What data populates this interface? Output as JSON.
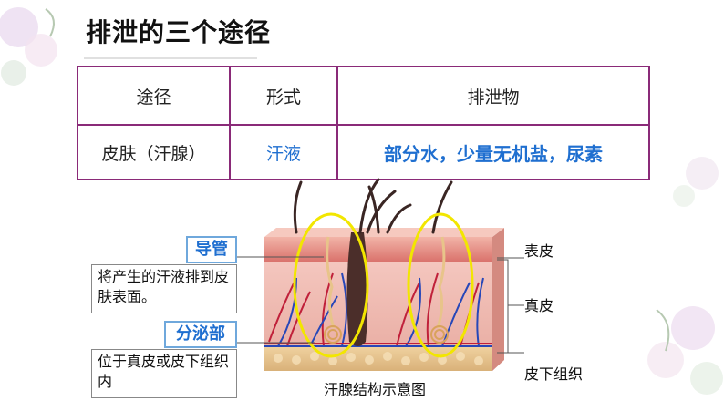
{
  "title": "排泄的三个途径",
  "table": {
    "headers": [
      "途径",
      "形式",
      "排泄物"
    ],
    "rows": [
      [
        "皮肤（汗腺）",
        "汗液",
        "部分水，少量无机盐，尿素"
      ]
    ]
  },
  "diagram": {
    "duct_label": "导管",
    "duct_desc": "将产生的汗液排到皮肤表面。",
    "secretory_label": "分泌部",
    "secretory_desc": "位于真皮或皮下组织内",
    "layer_epidermis": "表皮",
    "layer_dermis": "真皮",
    "layer_subcutaneous": "皮下组织",
    "caption": "汗腺结构示意图"
  },
  "colors": {
    "table_border": "#8a2a78",
    "accent_blue": "#1f6fd0",
    "highlight_ring": "#f2e600"
  }
}
